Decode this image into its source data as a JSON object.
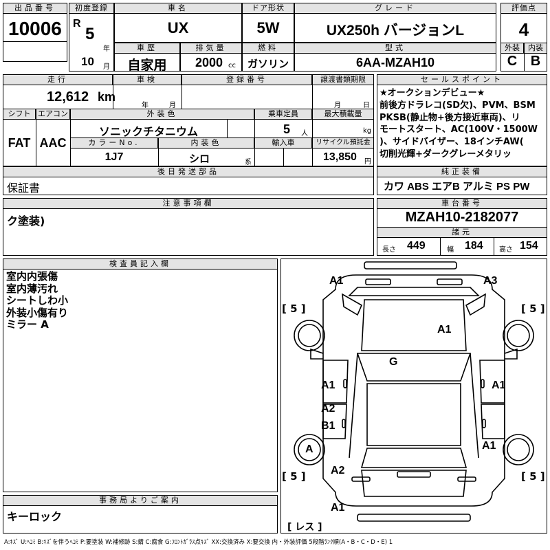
{
  "labels": {
    "lot_no": "出品番号",
    "first_reg": "初度登録",
    "car_name": "車名",
    "door": "ドア形状",
    "grade": "グレード",
    "score": "評価点",
    "history": "車歴",
    "displacement": "排気量",
    "fuel": "燃料",
    "model_code": "型式",
    "exterior": "外装",
    "interior": "内装",
    "mileage": "走行",
    "inspection": "車検",
    "reg_no": "登録番号",
    "transfer_deadline": "譲渡書類期限",
    "sales_points": "セールスポイント",
    "shift": "シフト",
    "aircon": "エアコン",
    "ext_color": "外装色",
    "capacity": "乗車定員",
    "max_load": "最大積載量",
    "color_no": "カラーNo.",
    "int_color": "内装色",
    "import": "輸入車",
    "recycle": "リサイクル預託金",
    "later_parts": "後日発送部品",
    "genuine": "純正装備",
    "notes": "注意事項欄",
    "chassis": "車台番号",
    "specs": "諸元",
    "inspector": "検査員記入欄",
    "office": "事務局よりご案内",
    "unit_year": "年",
    "unit_month": "月",
    "unit_cc": "cc",
    "unit_km": "km",
    "unit_person": "人",
    "unit_kg": "kg",
    "unit_yen": "円",
    "unit_kei": "系",
    "len": "長さ",
    "wid": "幅",
    "hgt": "高さ"
  },
  "auction": {
    "lot_no": "10006",
    "era": "R",
    "reg_year": "5",
    "reg_month": "10",
    "car_name": "UX",
    "door": "5W",
    "grade": "UX250h バージョンL",
    "score": "4",
    "history": "自家用",
    "displacement": "2000",
    "fuel": "ガソリン",
    "model_code": "6AA-MZAH10",
    "ext_score": "C",
    "int_score": "B",
    "mileage": "12,612",
    "shift": "FAT",
    "aircon": "AAC",
    "ext_color": "ソニックチタニウム",
    "capacity": "5",
    "color_no": "1J7",
    "int_color": "シロ",
    "recycle": "13,850",
    "later_parts": "保証書",
    "genuine": "カワ ABS エアB アルミ PS PW",
    "sales_points": [
      "★オークションデビュー★",
      "前後方ドラレコ(SD欠)、PVM、BSM",
      "PKSB(静止物+後方接近車両)、リ",
      "モートスタート、AC(100V・1500W",
      ")、サイドバイザー、18インチAW(",
      "切削光輝+ダークグレーメタリッ"
    ],
    "notes": "ク塗装)",
    "chassis_no": "MZAH10-2182077",
    "length": "449",
    "width": "184",
    "height": "154",
    "inspector_notes": [
      "室内内張傷",
      "室内薄汚れ",
      "シートしわ小",
      "外装小傷有り",
      "ミラー A"
    ],
    "office_notes": "キーロック"
  },
  "diagram": {
    "tire_front_left": "[ 5 ]",
    "tire_front_right": "[ 5 ]",
    "tire_rear_left": "[ 5 ]",
    "tire_rear_right": "[ 5 ]",
    "spare": "[ レス ]",
    "marks": [
      {
        "id": "front-bumper-left",
        "text": "A1"
      },
      {
        "id": "front-bumper-right",
        "text": "A3"
      },
      {
        "id": "hood",
        "text": "A1"
      },
      {
        "id": "windshield",
        "text": "G"
      },
      {
        "id": "front-door-left",
        "text": "A1"
      },
      {
        "id": "front-door-right",
        "text": "A1"
      },
      {
        "id": "rear-door-left-a",
        "text": "A2"
      },
      {
        "id": "rear-door-left-b",
        "text": "B1"
      },
      {
        "id": "rear-wheel-left",
        "text": "A"
      },
      {
        "id": "rear-fender-right",
        "text": "A1"
      },
      {
        "id": "rear-fender-left",
        "text": "A2"
      },
      {
        "id": "rear-bumper",
        "text": "A1"
      }
    ]
  },
  "legend": "A:ｷｽﾞ U:ﾍｺﾐ B:ｷｽﾞを伴うﾍｺﾐ P:要塗装 W:補修跡 S:錆 C:腐食 G:ﾌﾛﾝﾄｶﾞﾗｽ点ｷｽﾞ XX:交換済み X:要交換 内・外装評価 5段階ﾗﾝｸ順(A・B・C・D・E) 1"
}
